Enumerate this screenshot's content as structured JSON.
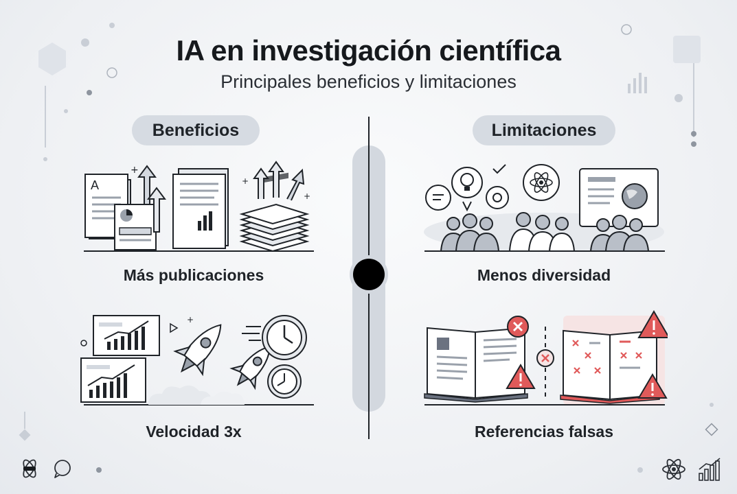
{
  "header": {
    "title": "IA en investigación científica",
    "subtitle": "Principales beneficios y limitaciones"
  },
  "columns": {
    "left": {
      "label": "Beneficios",
      "items": [
        {
          "caption": "Más publicaciones",
          "icon": "documents-growth-icon"
        },
        {
          "caption": "Velocidad 3x",
          "icon": "rocket-speed-icon"
        }
      ]
    },
    "right": {
      "label": "Limitaciones",
      "items": [
        {
          "caption": "Menos diversidad",
          "icon": "people-ideas-icon"
        },
        {
          "caption": "Referencias falsas",
          "icon": "books-warning-icon"
        }
      ]
    }
  },
  "colors": {
    "ink": "#1f2328",
    "gray": "#b9bfc8",
    "accent_red": "#e05a5a",
    "pill": "#d6dbe2"
  }
}
